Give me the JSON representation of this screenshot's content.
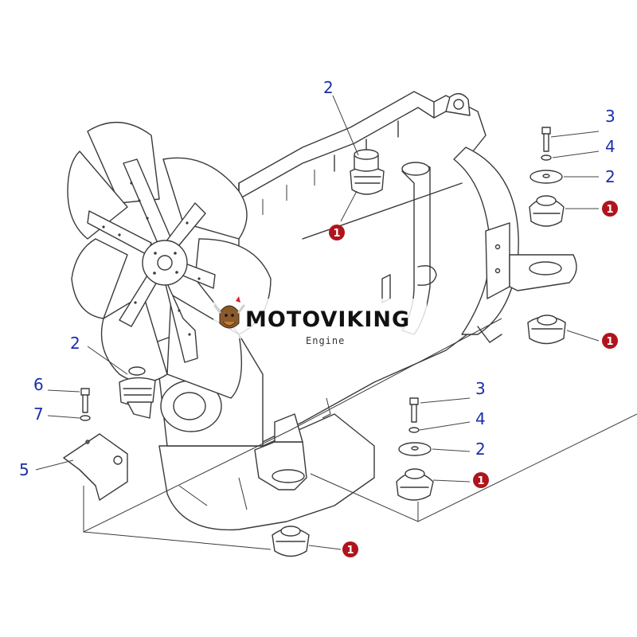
{
  "watermark": {
    "brand": "MOTOVIKING",
    "subtitle": "Engine",
    "logo_icon": "viking-mascot-icon"
  },
  "callouts": [
    {
      "id": "c1",
      "label": "2"
    },
    {
      "id": "c2",
      "label": "1",
      "badge": true
    },
    {
      "id": "c3",
      "label": "3"
    },
    {
      "id": "c4",
      "label": "4"
    },
    {
      "id": "c5",
      "label": "2"
    },
    {
      "id": "c6",
      "label": "1",
      "badge": true
    },
    {
      "id": "c7",
      "label": "1",
      "badge": true
    },
    {
      "id": "c8",
      "label": "2"
    },
    {
      "id": "c9",
      "label": "6"
    },
    {
      "id": "c10",
      "label": "7"
    },
    {
      "id": "c11",
      "label": "5"
    },
    {
      "id": "c12",
      "label": "3"
    },
    {
      "id": "c13",
      "label": "4"
    },
    {
      "id": "c14",
      "label": "2"
    },
    {
      "id": "c15",
      "label": "1",
      "badge": true
    },
    {
      "id": "c16",
      "label": "1",
      "badge": true
    }
  ],
  "colors": {
    "callout_text": "#1a2fa8",
    "badge_fill": "#b0141c",
    "line": "#3a3a3a"
  }
}
